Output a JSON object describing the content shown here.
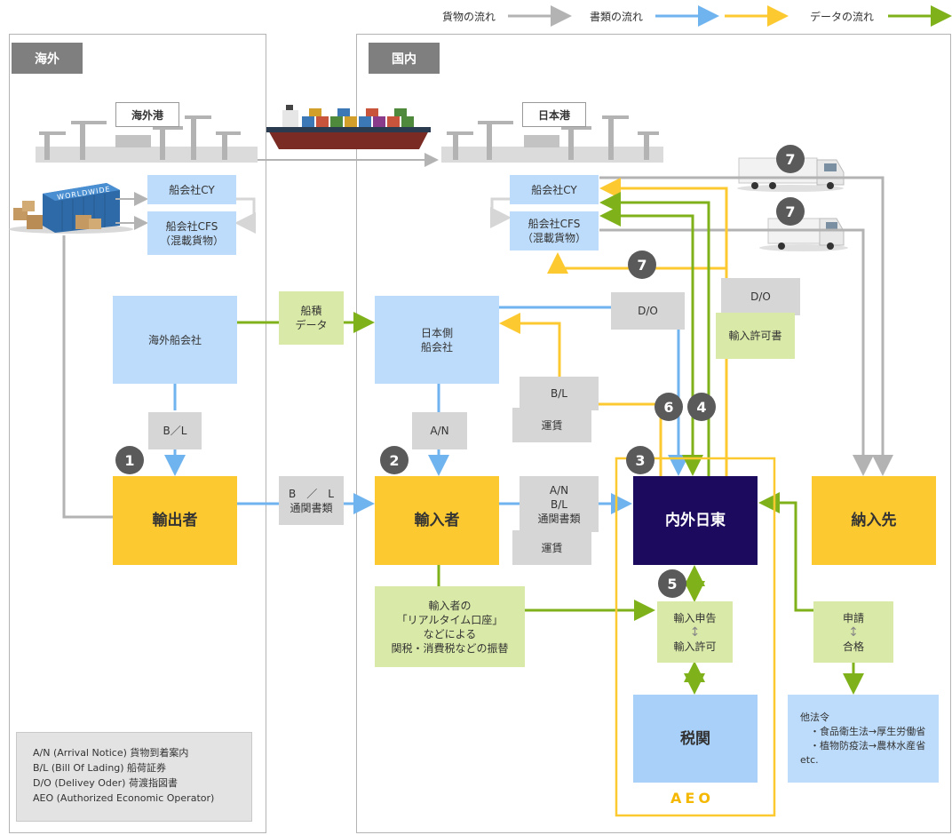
{
  "legend": {
    "goods_flow": "貨物の流れ",
    "document_flow": "書類の流れ",
    "data_flow": "データの流れ",
    "colors": {
      "goods": "#b3b3b3",
      "doc_blue": "#6fb3ef",
      "doc_yellow": "#fdc930",
      "data": "#7fb21a"
    }
  },
  "regions": {
    "overseas": "海外",
    "domestic": "国内"
  },
  "ports": {
    "overseas_port": "海外港",
    "japan_port": "日本港"
  },
  "overseas": {
    "container_text": "WORLDWIDE",
    "carrier_cy": "船会社CY",
    "carrier_cfs": "船会社CFS\n（混載貨物）",
    "overseas_carrier": "海外船会社",
    "bl": "B／L",
    "exporter": "輸出者"
  },
  "middle": {
    "loading_data": "船積\nデータ",
    "bl_customs_docs": "B　／　L\n通関書類"
  },
  "domestic": {
    "carrier_cy": "船会社CY",
    "carrier_cfs": "船会社CFS\n（混載貨物）",
    "japan_carrier": "日本側\n船会社",
    "an": "A/N",
    "importer": "輸入者",
    "bl_doc": "B/L",
    "freight1": "運賃",
    "an_bl_docs": "A/N\nB/L\n通関書類",
    "freight2": "運賃",
    "do1": "D/O",
    "do2": "D/O",
    "import_permit_doc": "輸入許可書",
    "company": "内外日東",
    "delivery": "納入先",
    "payment": "輸入者の\n「リアルタイム口座」\nなどによる\n関税・消費税などの振替",
    "declaration_top": "輸入申告",
    "declaration_bottom": "輸入許可",
    "declaration_arrow": "↕",
    "customs": "税関",
    "apply_top": "申請",
    "apply_bottom": "合格",
    "apply_arrow": "↕",
    "other_laws": "他法令\n　・食品衛生法→厚生労働省\n　・植物防疫法→農林水産省\netc.",
    "aeo": "AEO"
  },
  "steps": [
    "1",
    "2",
    "3",
    "4",
    "5",
    "6",
    "7"
  ],
  "glossary": [
    "A/N (Arrival Notice) 貨物到着案内",
    "B/L (Bill Of Lading) 船荷証券",
    "D/O (Delivey Oder) 荷渡指図書",
    "AEO (Authorized Economic Operator)"
  ]
}
